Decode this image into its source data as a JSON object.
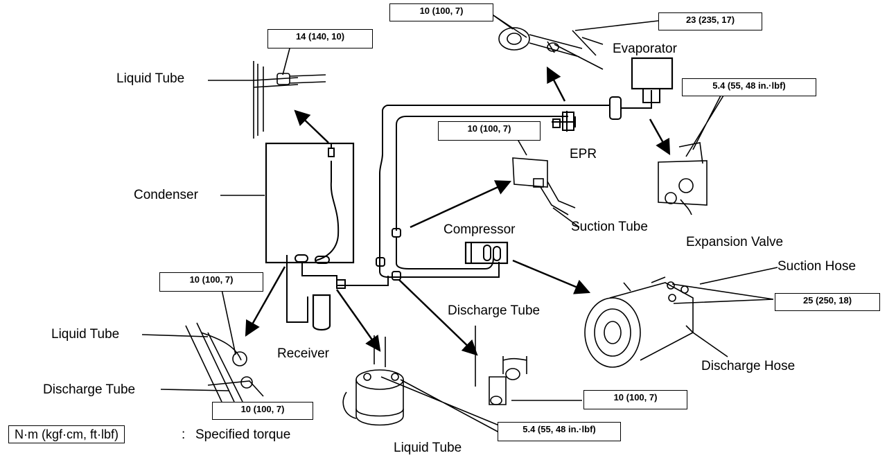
{
  "labels": {
    "evaporator": "Evaporator",
    "liquid_tube_top": "Liquid Tube",
    "condenser": "Condenser",
    "epr": "EPR",
    "compressor": "Compressor",
    "suction_tube": "Suction Tube",
    "expansion_valve": "Expansion Valve",
    "suction_hose": "Suction Hose",
    "discharge_tube_mid": "Discharge Tube",
    "discharge_hose": "Discharge Hose",
    "liquid_tube_left": "Liquid Tube",
    "receiver": "Receiver",
    "discharge_tube_left": "Discharge Tube",
    "liquid_tube_bottom": "Liquid Tube"
  },
  "torques": {
    "t1": "10 (100, 7)",
    "t2": "23 (235, 17)",
    "t3": "14 (140, 10)",
    "t4": "5.4 (55, 48 in.·lbf)",
    "t5": "10 (100, 7)",
    "t6": "25 (250, 18)",
    "t7": "10 (100, 7)",
    "t8": "10 (100, 7)",
    "t9": "10 (100, 7)",
    "t10": "5.4 (55, 48 in.·lbf)"
  },
  "legend": {
    "unit": "N·m (kgf·cm, ft·lbf)",
    "separator": ":",
    "description": "Specified torque"
  }
}
